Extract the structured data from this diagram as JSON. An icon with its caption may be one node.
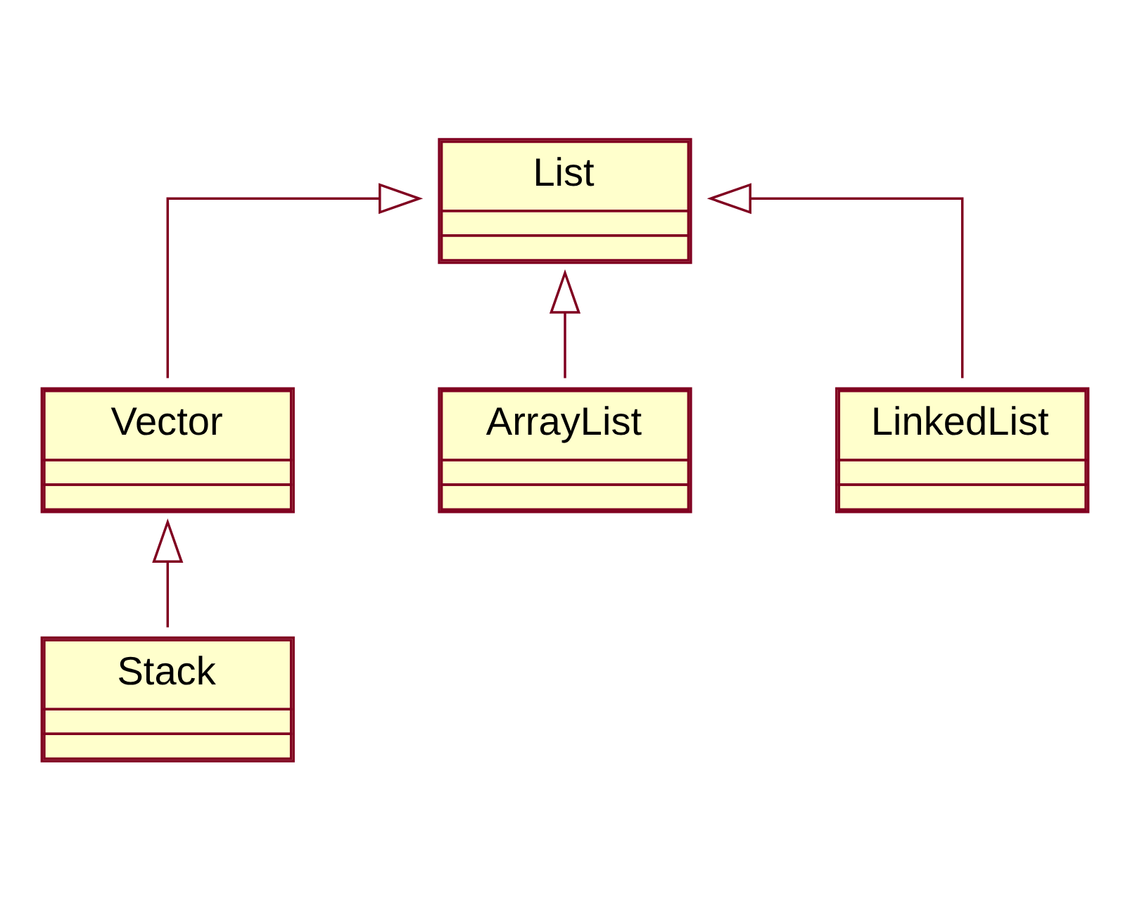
{
  "diagram": {
    "nodes": [
      {
        "text": [
          "List"
        ]
      },
      {
        "text": [
          "Vector"
        ]
      },
      {
        "text": [
          "ArrayList"
        ]
      },
      {
        "text": [
          "LinkedList"
        ]
      },
      {
        "text": [
          "Stack"
        ]
      }
    ],
    "edges": [
      {
        "from": 1,
        "to": 0,
        "arrow": "to"
      },
      {
        "from": 2,
        "to": 0,
        "arrow": "to"
      },
      {
        "from": 3,
        "to": 0,
        "arrow": "to"
      },
      {
        "from": 4,
        "to": 1,
        "arrow": "to"
      }
    ]
  }
}
